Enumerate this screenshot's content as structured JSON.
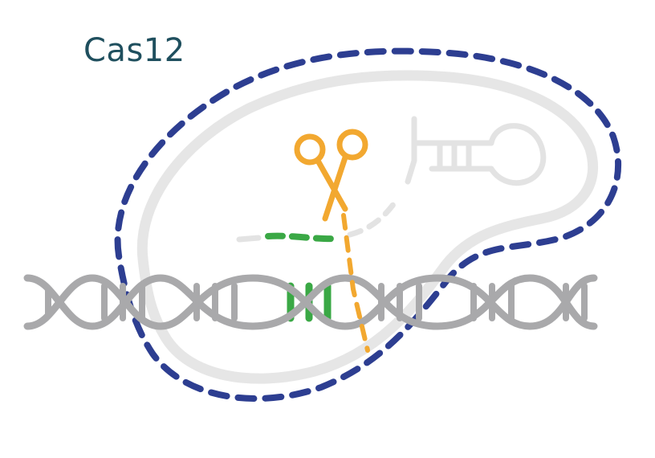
{
  "title": "Cas12",
  "colors": {
    "title": "#1f4f5e",
    "protein_outline": "#2d3e91",
    "protein_body": "#e6e6e6",
    "dna": "#a9a9ab",
    "target": "#3aa845",
    "scissors": "#f2a830",
    "guide_rna": "#e3e3e3"
  },
  "icons": [
    "scissors-icon",
    "dna-double-helix",
    "guide-rna-hairpin"
  ]
}
